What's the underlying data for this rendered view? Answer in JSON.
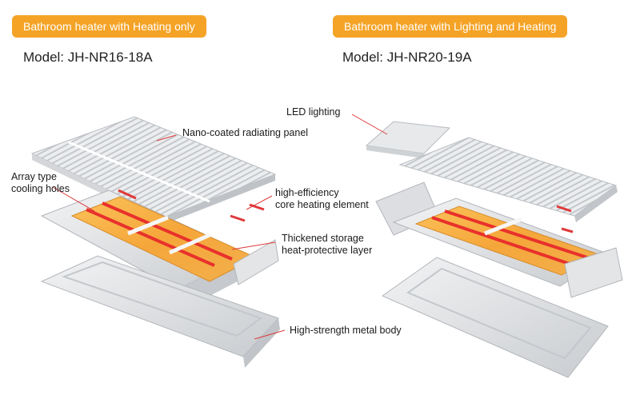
{
  "left": {
    "badge": "Bathroom heater with Heating only",
    "model": "Model: JH-NR16-18A",
    "labels": {
      "panel": "Nano-coated radiating panel",
      "holes_1": "Array type",
      "holes_2": "cooling holes",
      "element_1": "high-efficiency",
      "element_2": "core heating element",
      "storage_1": "Thickened storage",
      "storage_2": "heat-protective layer",
      "body": "High-strength metal body"
    }
  },
  "right": {
    "badge": "Bathroom heater with Lighting and Heating",
    "model": "Model: JH-NR20-19A",
    "labels": {
      "led": "LED lighting"
    }
  },
  "colors": {
    "badge": "#f5a326",
    "leader": "#e0393a",
    "heat": "#f5a63a",
    "heat_line": "#e8312c",
    "metal": "#d8dadc"
  }
}
